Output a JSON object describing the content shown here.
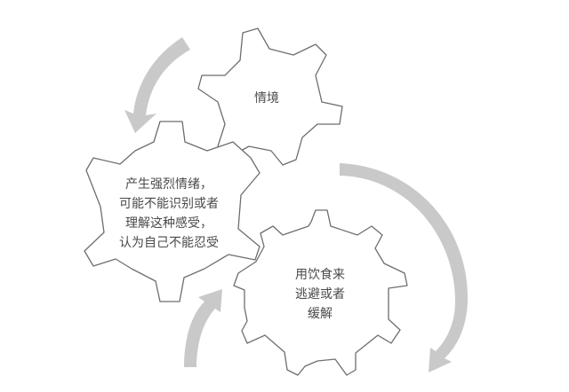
{
  "diagram": {
    "type": "cycle-of-gears",
    "colors": {
      "gear_stroke": "#6e6e6e",
      "gear_fill": "#ffffff",
      "arrow": "#c9c9c9",
      "text": "#4a4a4a"
    },
    "gears": [
      {
        "id": "situation",
        "lines": [
          "情境"
        ]
      },
      {
        "id": "emotion",
        "lines": [
          "产生强烈情绪，",
          "可能不能识别或者",
          "理解这种感受，",
          "认为自己不能忍受"
        ]
      },
      {
        "id": "coping",
        "lines": [
          "用饮食来",
          "逃避或者",
          "缓解"
        ]
      }
    ],
    "arrows": [
      {
        "id": "arrow-situation-to-emotion",
        "from": "situation",
        "to": "emotion"
      },
      {
        "id": "arrow-situation-to-coping",
        "from": "situation",
        "to": "coping"
      },
      {
        "id": "arrow-coping-to-emotion",
        "from": "coping",
        "to": "emotion"
      }
    ]
  }
}
